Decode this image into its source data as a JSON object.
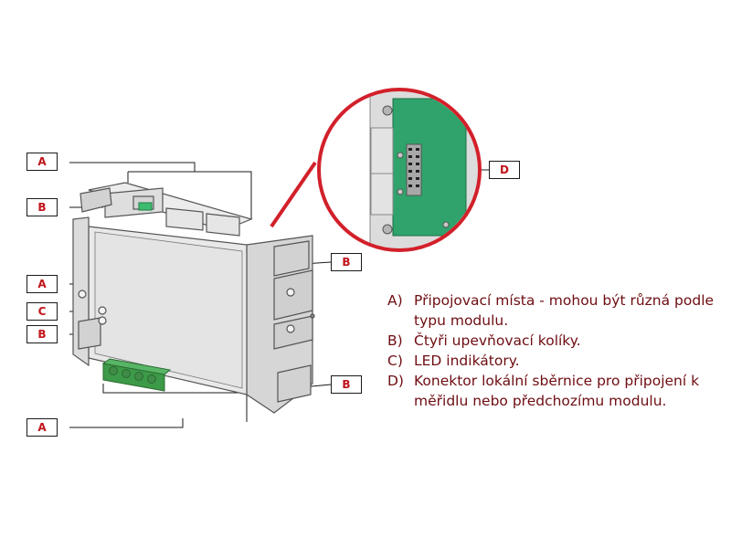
{
  "callouts": {
    "top_a": "A",
    "top_b": "B",
    "mid_a": "A",
    "c": "C",
    "left_b": "B",
    "bottom_a": "A",
    "right_b_top": "B",
    "right_b_bottom": "B",
    "d": "D"
  },
  "legend": {
    "items": [
      {
        "key": "A)",
        "text": "Připojovací místa - mohou být různá podle typu modulu."
      },
      {
        "key": "B)",
        "text": "Čtyři upevňovací kolíky."
      },
      {
        "key": "C)",
        "text": "LED indikátory."
      },
      {
        "key": "D)",
        "text": "Konektor lokální sběrnice pro připojení k měřidlu nebo předchozímu modulu."
      }
    ]
  },
  "colors": {
    "callout_text": "#c0141a",
    "legend_text": "#6e0d12",
    "zoom_circle": "#d2202a",
    "pcb_green": "#2fa36b",
    "terminal_green": "#3c9a49"
  }
}
